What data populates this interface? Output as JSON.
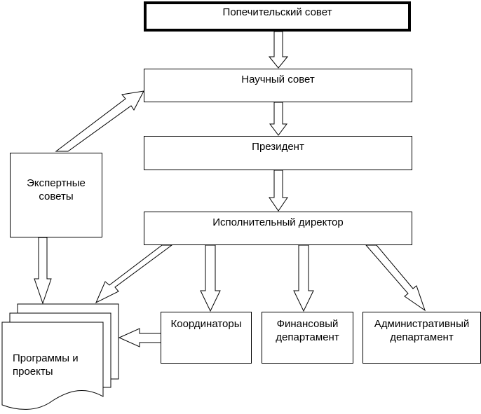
{
  "diagram": {
    "nodes": {
      "board_of_trustees": "Попечительский совет",
      "scientific_council": "Научный совет",
      "president": "Президент",
      "executive_director": "Исполнительный директор",
      "expert_councils": "Экспертные\nсоветы",
      "coordinators": "Координаторы",
      "finance_department": "Финансовый\nдепартамент",
      "admin_department": "Административный\nдепартамент",
      "programs_projects": "Программы и\nпроекты"
    },
    "edges": [
      {
        "from": "board_of_trustees",
        "to": "scientific_council"
      },
      {
        "from": "scientific_council",
        "to": "president"
      },
      {
        "from": "president",
        "to": "executive_director"
      },
      {
        "from": "expert_councils",
        "to": "scientific_council"
      },
      {
        "from": "expert_councils",
        "to": "programs_projects"
      },
      {
        "from": "executive_director",
        "to": "programs_projects"
      },
      {
        "from": "executive_director",
        "to": "coordinators"
      },
      {
        "from": "executive_director",
        "to": "finance_department"
      },
      {
        "from": "executive_director",
        "to": "admin_department"
      },
      {
        "from": "coordinators",
        "to": "programs_projects"
      }
    ]
  }
}
